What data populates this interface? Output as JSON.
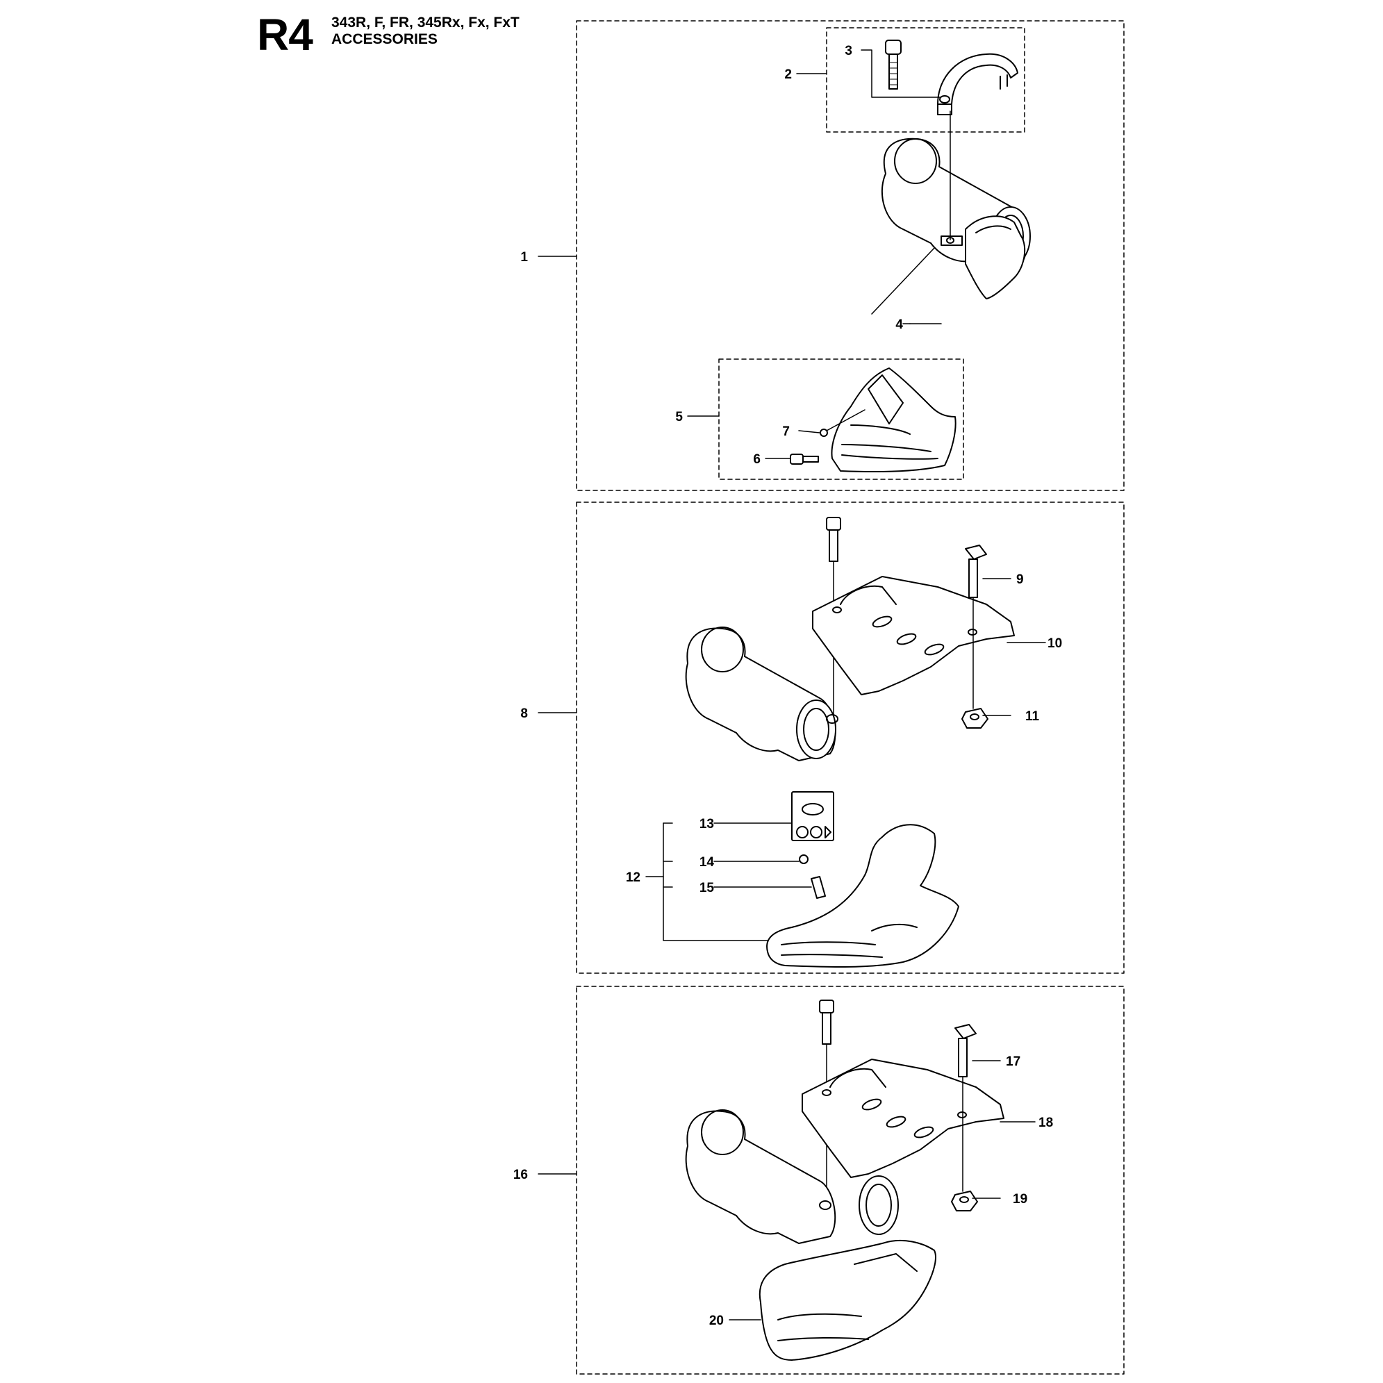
{
  "header": {
    "code": "R4",
    "models": "343R, F, FR, 345Rx, Fx, FxT",
    "title": "ACCESSORIES"
  },
  "callouts": {
    "p1": "1",
    "p2": "2",
    "p3": "3",
    "p4": "4",
    "p5": "5",
    "p6": "6",
    "p7": "7",
    "p8": "8",
    "p9": "9",
    "p10": "10",
    "p11": "11",
    "p12": "12",
    "p13": "13",
    "p14": "14",
    "p15": "15",
    "p16": "16",
    "p17": "17",
    "p18": "18",
    "p19": "19",
    "p20": "20"
  }
}
